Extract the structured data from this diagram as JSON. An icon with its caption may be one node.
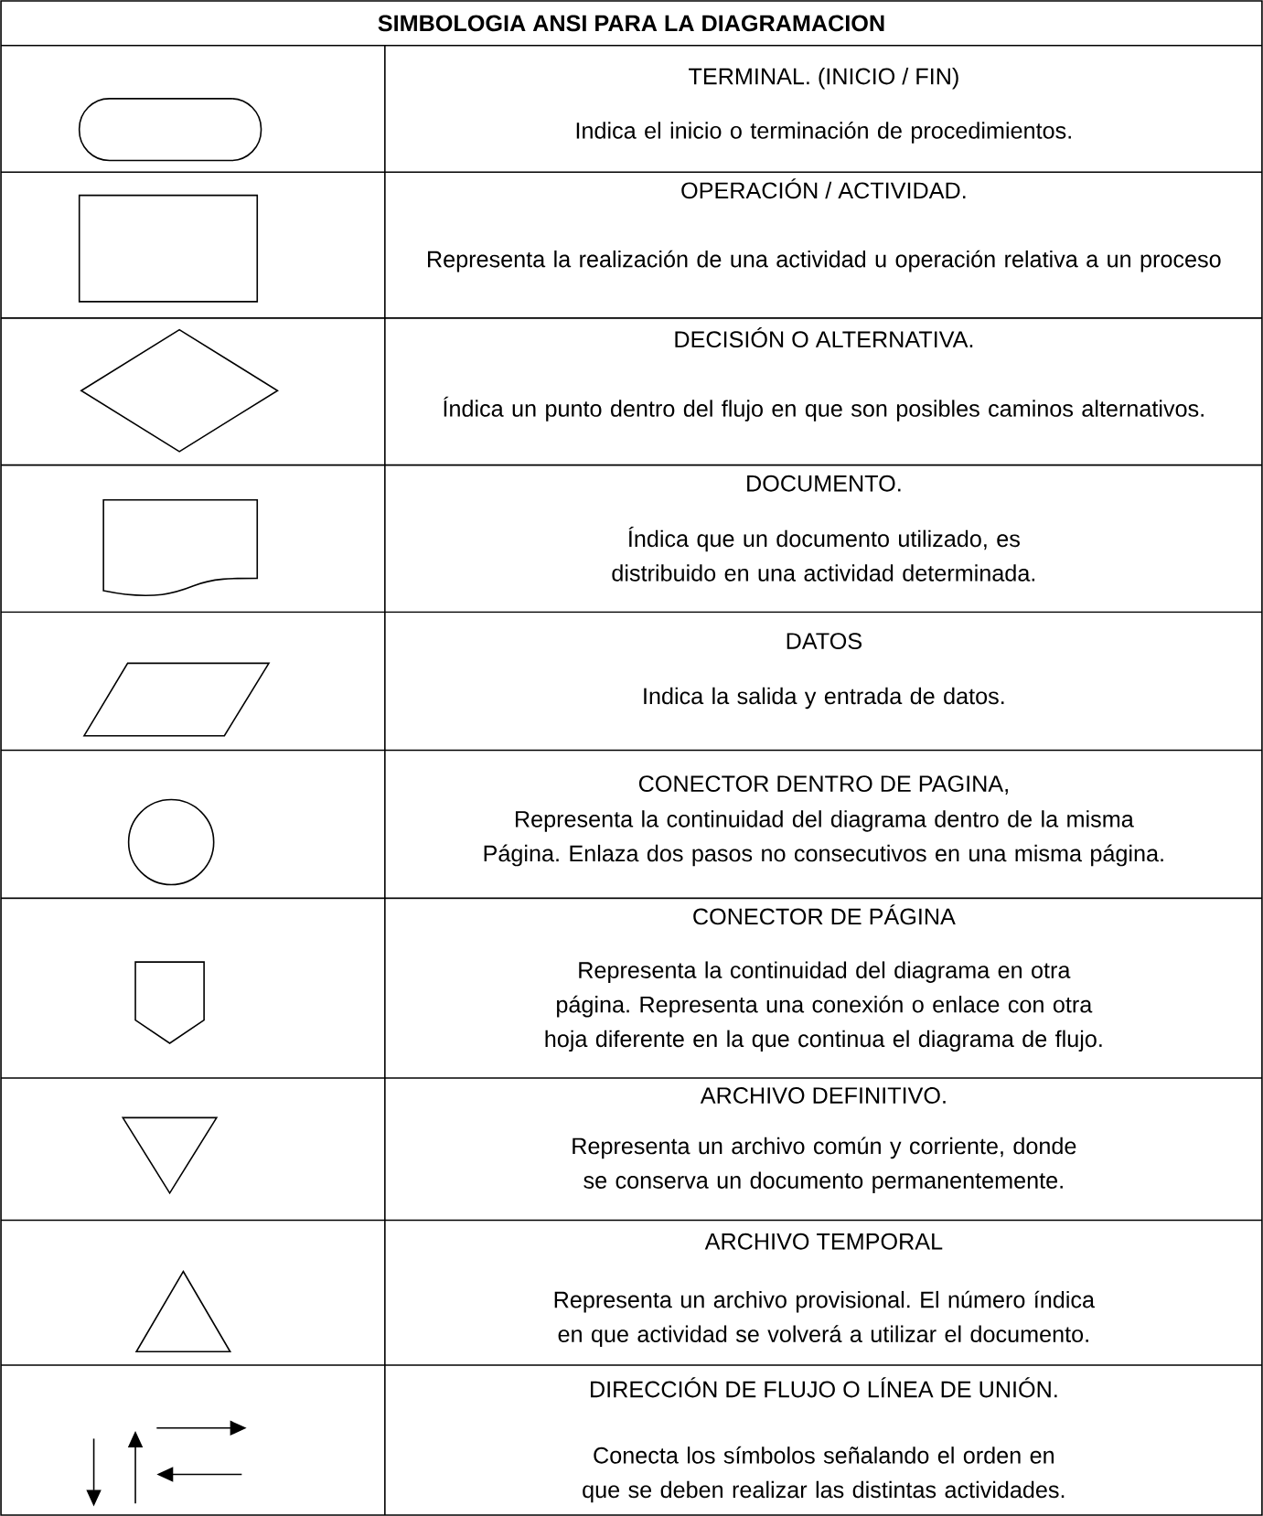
{
  "diagram": {
    "title": "SIMBOLOGIA ANSI PARA LA DIAGRAMACION",
    "nodes": [
      {
        "text": [],
        "shape": "terminal"
      },
      {
        "text": [],
        "shape": "box"
      },
      {
        "text": [],
        "shape": "diamond"
      },
      {
        "text": [],
        "shape": "document"
      },
      {
        "text": [],
        "shape": "parallelogram"
      },
      {
        "text": [],
        "shape": "circle"
      },
      {
        "text": [],
        "shape": "pentagon"
      },
      {
        "text": [],
        "shape": "triangle"
      },
      {
        "text": [],
        "shape": "triangle"
      }
    ],
    "labels": [
      "TERMINAL. (INICIO / FIN)",
      "Indica el inicio o terminación de procedimientos.",
      "OPERACIÓN / ACTIVIDAD.",
      "Representa la realización de una actividad u operación relativa a un proceso",
      "DECISIÓN O ALTERNATIVA.",
      "Índica un punto dentro del flujo en que son posibles caminos alternativos.",
      "DOCUMENTO.",
      "Índica que un documento utilizado, es distribuido en una actividad determinada.",
      "DATOS",
      "Indica la salida y entrada de datos.",
      "CONECTOR DENTRO DE PAGINA,",
      "Representa la continuidad del diagrama dentro de la misma Página. Enlaza dos pasos no consecutivos en una misma página.",
      "CONECTOR DE PÁGINA",
      "Representa la continuidad del diagrama en otra página. Representa una conexión o enlace con otra hoja diferente en la que continua el diagrama de flujo.",
      "ARCHIVO DEFINITIVO.",
      "Representa un archivo común y corriente, donde se conserva un documento permanentemente.",
      "ARCHIVO TEMPORAL",
      "Representa un archivo provisional. El número índica en que actividad se volverá a utilizar el documento.",
      "DIRECCIÓN DE FLUJO O LÍNEA DE UNIÓN.",
      "Conecta los símbolos señalando el orden en que se deben realizar las distintas actividades."
    ]
  }
}
